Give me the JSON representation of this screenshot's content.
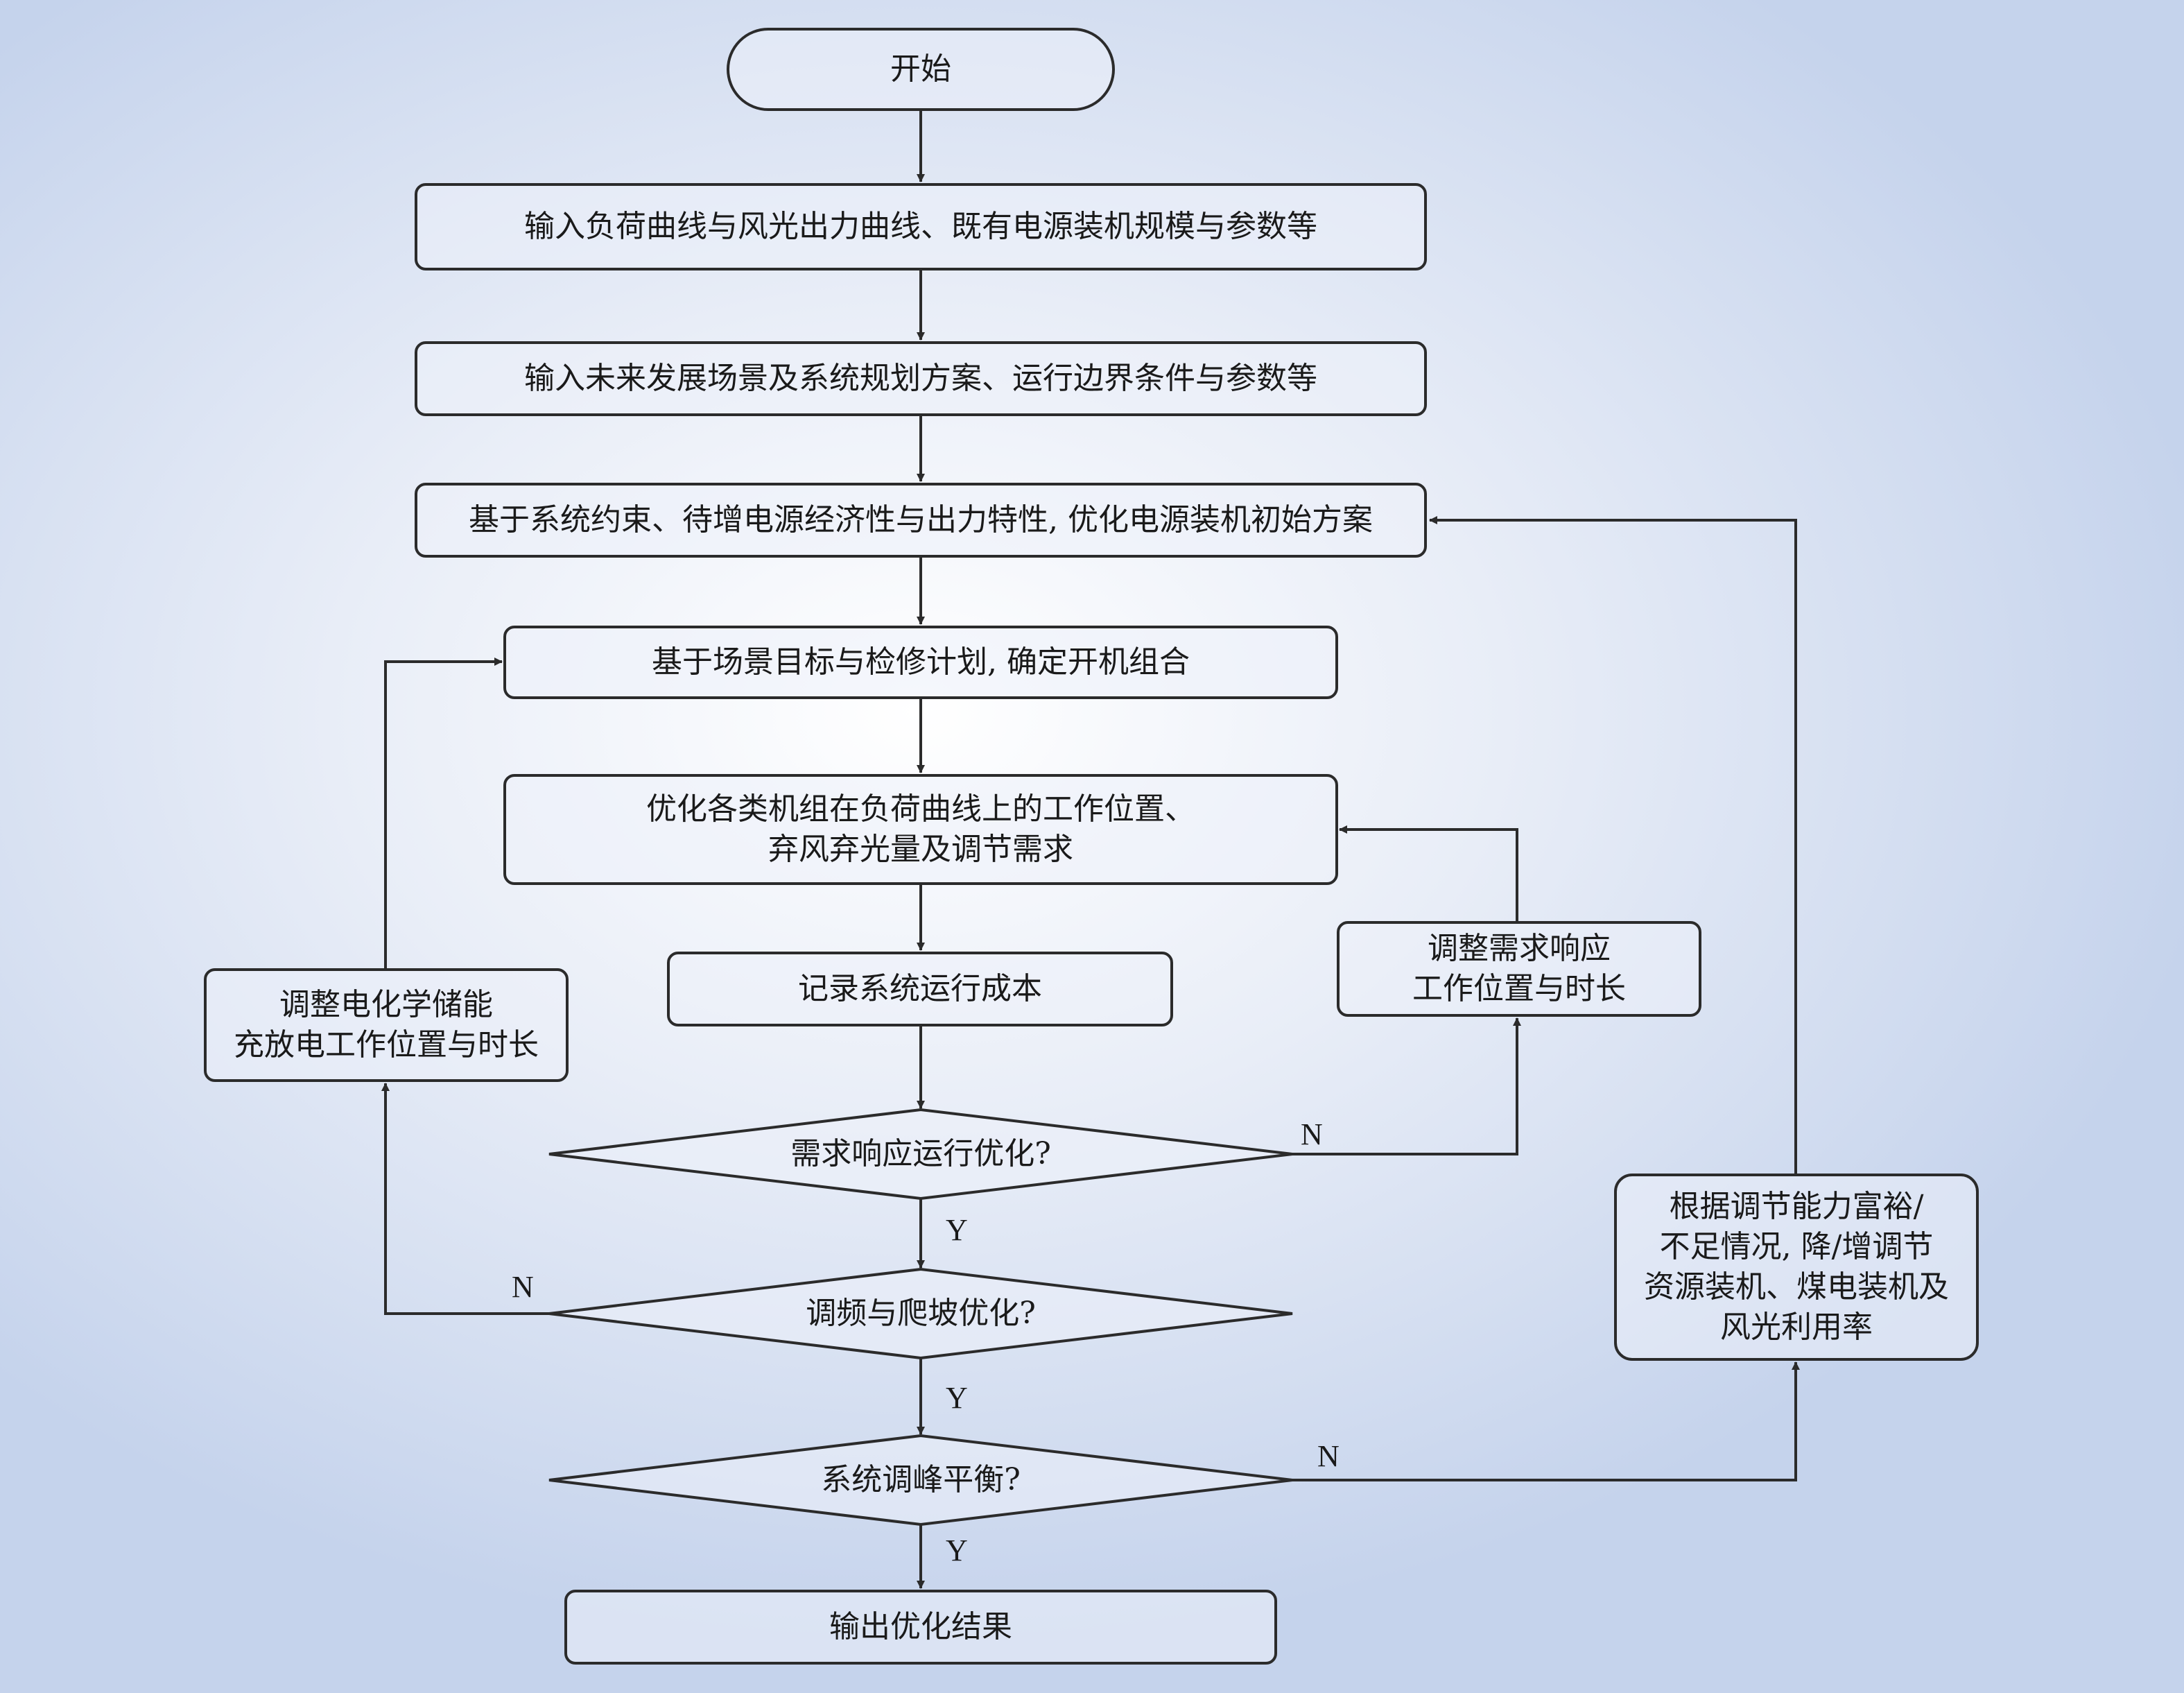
{
  "flowchart": {
    "start": "开始",
    "step1": "输入负荷曲线与风光出力曲线、既有电源装机规模与参数等",
    "step2": "输入未来发展场景及系统规划方案、运行边界条件与参数等",
    "step3": "基于系统约束、待增电源经济性与出力特性, 优化电源装机初始方案",
    "step4": "基于场景目标与检修计划, 确定开机组合",
    "step5_line1": "优化各类机组在负荷曲线上的工作位置、",
    "step5_line2": "弃风弃光量及调节需求",
    "step6": "记录系统运行成本",
    "decision1": "需求响应运行优化?",
    "decision2": "调频与爬坡优化?",
    "decision3": "系统调峰平衡?",
    "end": "输出优化结果",
    "adjust_dr_line1": "调整需求响应",
    "adjust_dr_line2": "工作位置与时长",
    "adjust_storage_line1": "调整电化学储能",
    "adjust_storage_line2": "充放电工作位置与时长",
    "adjust_capacity_line1": "根据调节能力富裕/",
    "adjust_capacity_line2": "不足情况, 降/增调节",
    "adjust_capacity_line3": "资源装机、煤电装机及",
    "adjust_capacity_line4": "风光利用率",
    "yes": "Y",
    "no": "N"
  }
}
